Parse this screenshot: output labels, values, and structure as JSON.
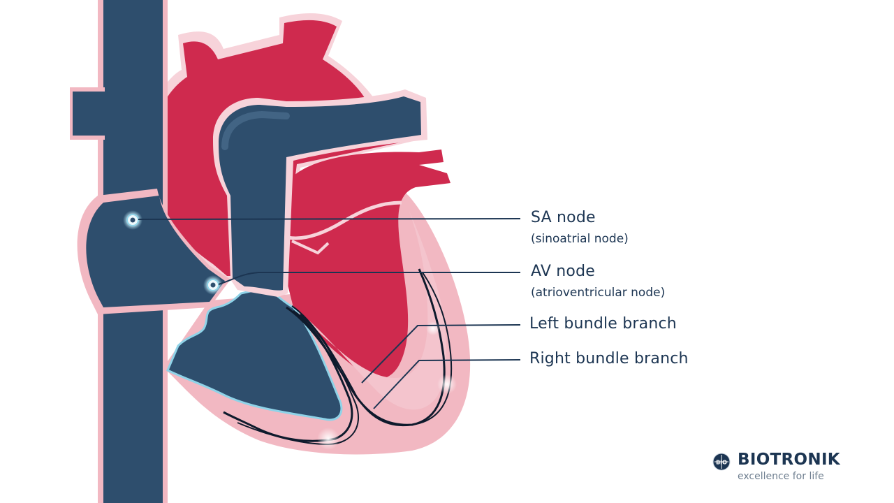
{
  "labels": [
    {
      "title": "SA node",
      "subtitle": "(sinoatrial node)"
    },
    {
      "title": "AV node",
      "subtitle": "(atrioventricular node)"
    },
    {
      "title": "Left bundle branch"
    },
    {
      "title": "Right bundle branch"
    }
  ],
  "brand": {
    "name": "BIOTRONIK",
    "tagline": "excellence for life",
    "badge_text": "BIO"
  },
  "colors": {
    "vessel_dark": "#2d4d6c",
    "vessel_light": "#4c6e8f",
    "muscle_red": "#cf2a4e",
    "muscle_dark_red": "#b31f42",
    "wall_pink": "#f2b8c2",
    "outline_pink": "#f7d3da",
    "septum_light": "#fbe6ea",
    "node_glow": "#8fd3e8",
    "text": "#1c3552",
    "conduction": "#0e1a2c"
  }
}
